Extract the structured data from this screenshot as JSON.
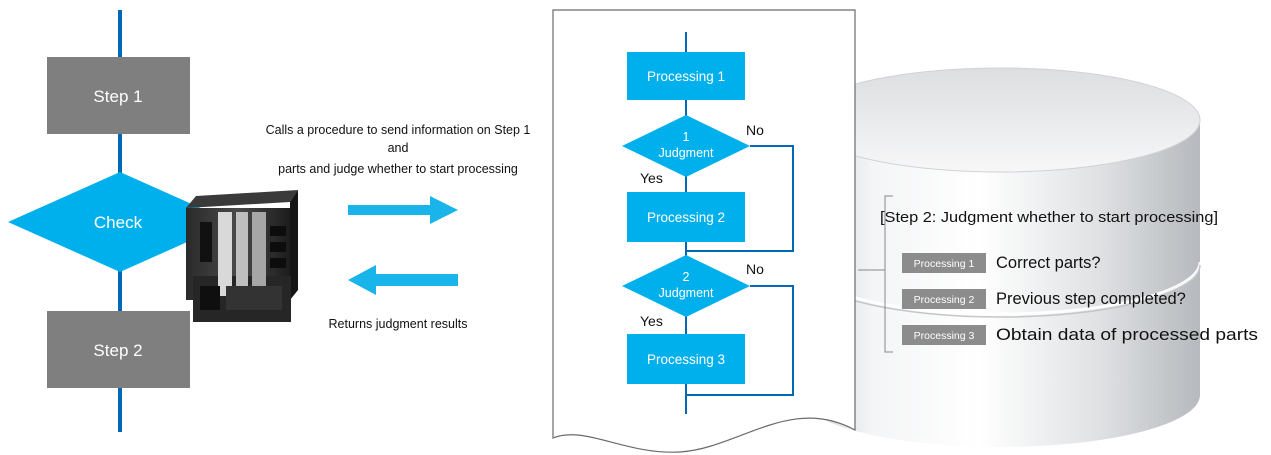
{
  "left_flow": {
    "step1": "Step 1",
    "check": "Check",
    "step2": "Step 2"
  },
  "messages": {
    "send_lines": [
      "Calls a procedure to send information on Step 1",
      "and",
      "parts and judge whether to start processing"
    ],
    "return": "Returns judgment results"
  },
  "flowchart": {
    "processing1": "Processing 1",
    "judgment1_num": "1",
    "judgment1_label": "Judgment",
    "no1": "No",
    "yes1": "Yes",
    "processing2": "Processing 2",
    "judgment2_num": "2",
    "judgment2_label": "Judgment",
    "no2": "No",
    "yes2": "Yes",
    "processing3": "Processing 3"
  },
  "database": {
    "heading": "[Step 2: Judgment whether to start processing]",
    "items": [
      {
        "tag": "Processing 1",
        "text": "Correct parts?"
      },
      {
        "tag": "Processing 2",
        "text": "Previous step completed?"
      },
      {
        "tag": "Processing 3",
        "text": "Obtain data of processed parts"
      }
    ]
  },
  "colors": {
    "flow_line": "#0068b7",
    "box_fill": "#00b0ec",
    "step_fill": "#7f7f7f",
    "tag_fill": "#8c8c8c",
    "arrow": "#19b4ea"
  }
}
